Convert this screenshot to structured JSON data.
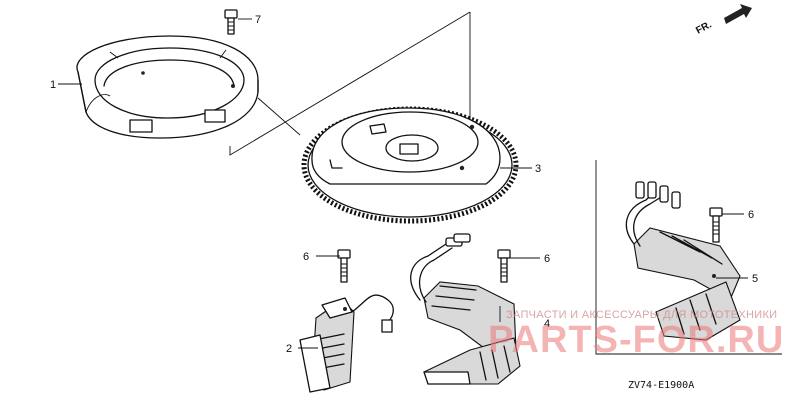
{
  "callouts": {
    "c1": "1",
    "c2": "2",
    "c3": "3",
    "c4": "4",
    "c5": "5",
    "c6a": "6",
    "c6b": "6",
    "c6c": "6",
    "c7": "7"
  },
  "direction_label": "FR.",
  "diagram_code": "ZV74-E1900A",
  "watermark": {
    "line1": "ЗАПЧАСТИ И АКСЕССУАРЫ ДЛЯ МОТОТЕХНИКИ",
    "logo": "PARTS-FOR.RU"
  }
}
